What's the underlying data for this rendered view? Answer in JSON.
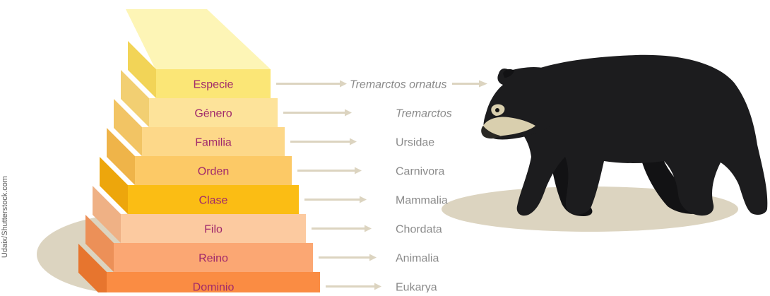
{
  "credit": "Udaix/Shutterstock.com",
  "levels": [
    {
      "rank": "Especie",
      "taxon": "Tremarctos ornatus",
      "italic": true,
      "front": "#fbe676",
      "side": "#f2d457",
      "top": "#fdf5b6"
    },
    {
      "rank": "Género",
      "taxon": "Tremarctos",
      "italic": true,
      "front": "#fde39a",
      "side": "#f2cf72",
      "top": "#fde39a"
    },
    {
      "rank": "Familia",
      "taxon": "Ursidae",
      "italic": false,
      "front": "#fdd889",
      "side": "#f2c464",
      "top": "#fdd889"
    },
    {
      "rank": "Orden",
      "taxon": "Carnivora",
      "italic": false,
      "front": "#fcc966",
      "side": "#efb449",
      "top": "#fcc966"
    },
    {
      "rank": "Clase",
      "taxon": "Mammalia",
      "italic": false,
      "front": "#fbbd14",
      "side": "#eda60c",
      "top": "#fbbd14"
    },
    {
      "rank": "Filo",
      "taxon": "Chordata",
      "italic": false,
      "front": "#fccaa0",
      "side": "#efb185",
      "top": "#fccaa0"
    },
    {
      "rank": "Reino",
      "taxon": "Animalia",
      "italic": false,
      "front": "#fba773",
      "side": "#ec9058",
      "top": "#fba773"
    },
    {
      "rank": "Dominio",
      "taxon": "Eukarya",
      "italic": false,
      "front": "#fa8c43",
      "side": "#e7752e",
      "top": "#fa8c43"
    }
  ],
  "colors": {
    "rank_text": "#a0286b",
    "taxon_text": "#8a8a8a",
    "arrow": "#dcd4c0",
    "shadow": "#dcd4c0",
    "bear_body": "#1c1c1e",
    "bear_face": "#d9cfae"
  },
  "bear": "spectacled-bear-illustration"
}
